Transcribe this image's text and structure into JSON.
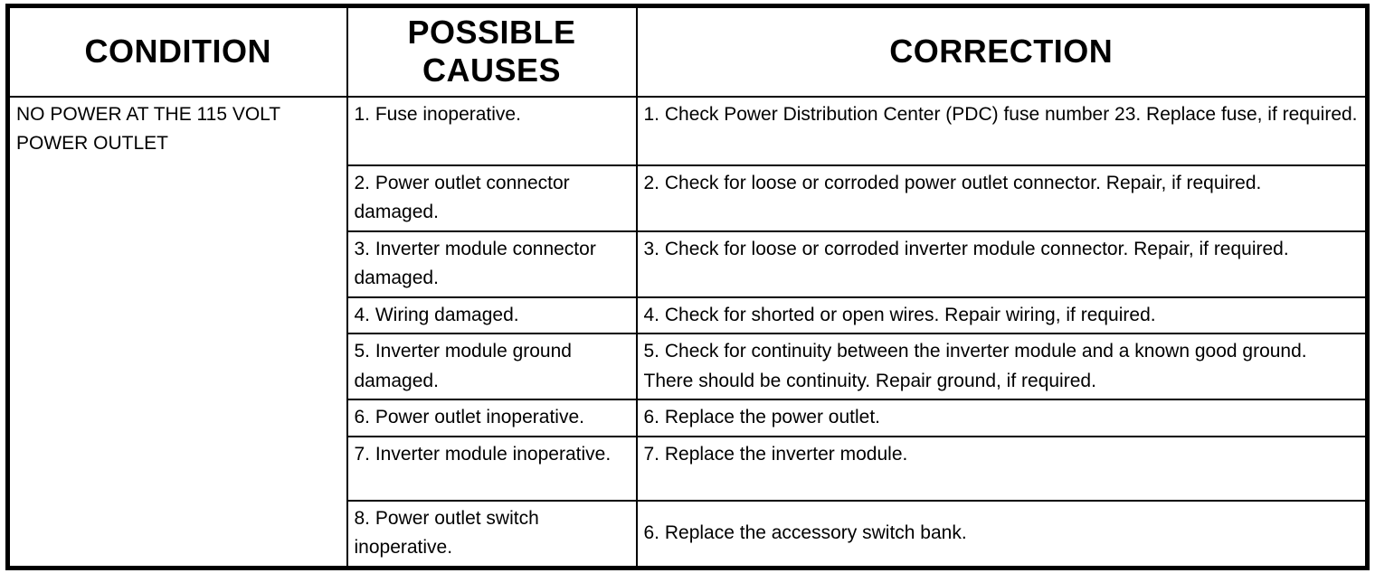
{
  "table": {
    "headers": {
      "condition": "CONDITION",
      "possible_causes": "POSSIBLE CAUSES",
      "correction": "CORRECTION"
    },
    "condition": "NO POWER AT THE 115 VOLT POWER OUTLET",
    "rows": [
      {
        "cause": "1. Fuse inoperative.",
        "correction": "1. Check Power Distribution Center (PDC) fuse number 23. Replace fuse, if required."
      },
      {
        "cause": "2. Power outlet connector damaged.",
        "correction": "2. Check for loose or corroded power outlet connector. Repair, if required."
      },
      {
        "cause": "3. Inverter module connector damaged.",
        "correction": "3. Check for loose or corroded inverter module connector. Repair, if required."
      },
      {
        "cause": "4. Wiring damaged.",
        "correction": "4. Check for shorted or open wires. Repair wiring, if required."
      },
      {
        "cause": "5. Inverter module ground damaged.",
        "correction": "5. Check for continuity between the inverter module and a known good ground. There should be continuity. Repair ground, if required."
      },
      {
        "cause": "6. Power outlet inoperative.",
        "correction": "6. Replace the power outlet."
      },
      {
        "cause": "7. Inverter module inoperative.",
        "correction": "7. Replace the inverter module."
      },
      {
        "cause": "8. Power outlet switch inoperative.",
        "correction": "6. Replace the accessory switch bank."
      }
    ],
    "colors": {
      "border": "#000000",
      "text": "#000000",
      "background": "#ffffff"
    }
  }
}
